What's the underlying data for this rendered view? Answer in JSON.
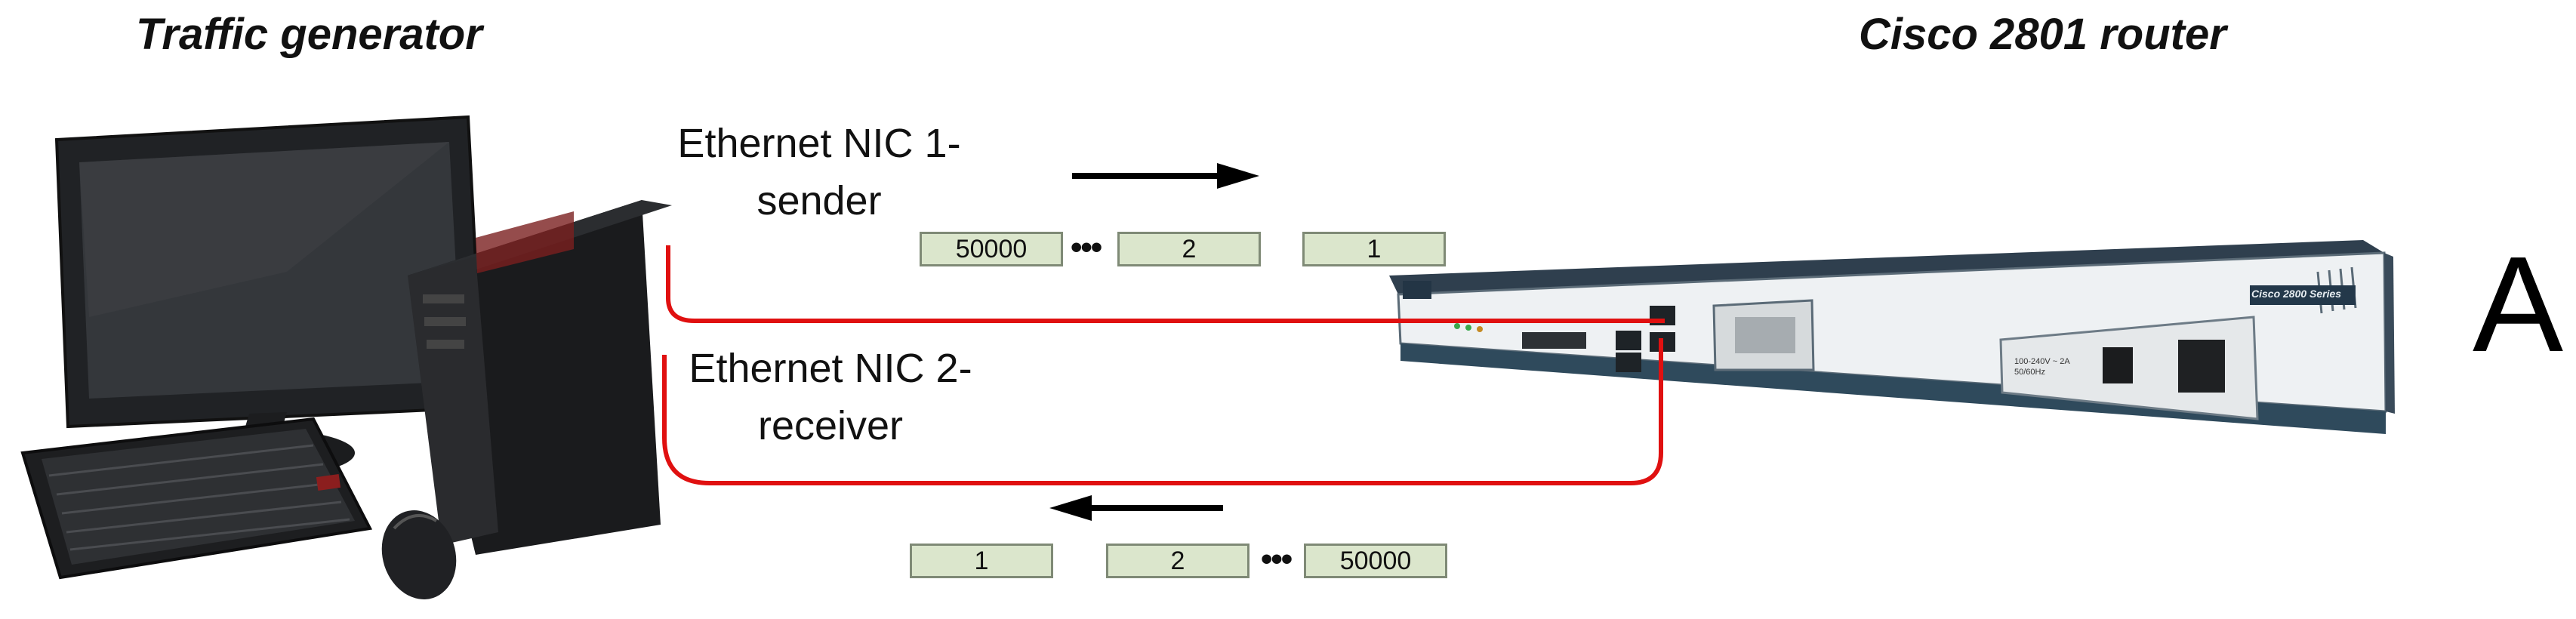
{
  "titles": {
    "left": "Traffic generator",
    "right": "Cisco 2801 router"
  },
  "links": {
    "nic1": [
      "Ethernet NIC 1-",
      "sender"
    ],
    "nic2": [
      "Ethernet NIC 2-",
      "receiver"
    ]
  },
  "packets_outbound": [
    "50000",
    "2",
    "1"
  ],
  "packets_inbound": [
    "1",
    "2",
    "50000"
  ],
  "ellipsis": "•••",
  "panel_label": "A",
  "colors": {
    "cable": "#e01010",
    "packet_fill": "#dbe6cc",
    "arrow": "#000000"
  },
  "router_text": {
    "brand": "Cisco 2800 Series",
    "psu": "100-240V ~ 2A 50/60Hz"
  }
}
